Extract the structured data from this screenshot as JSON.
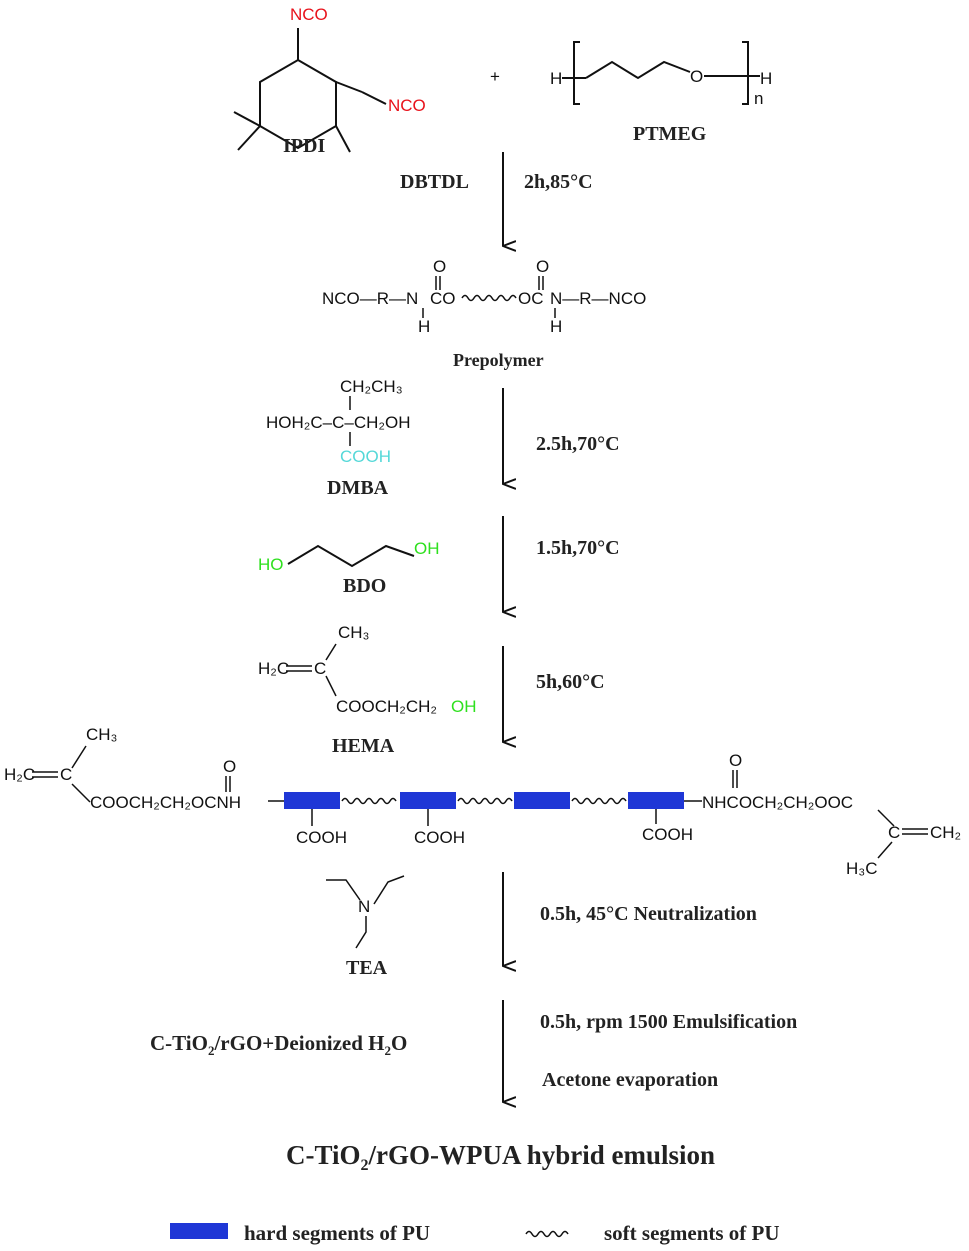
{
  "reagents": {
    "ipdi": "IPDI",
    "ptmeg": "PTMEG",
    "nco": "NCO",
    "plus": "+",
    "ptmeg_h_left": "H",
    "ptmeg_o": "O",
    "ptmeg_h_right": "H",
    "ptmeg_n": "n",
    "prepolymer": "Prepolymer",
    "dmba": "DMBA",
    "bdo": "BDO",
    "hema": "HEMA",
    "tea": "TEA",
    "water_pre": "C-TiO",
    "water_sub": "2",
    "water_post": "/rGO+Deionized H",
    "water_h2o_sub": "2",
    "water_end": "O"
  },
  "structures": {
    "prepolymer_left": "NCO—R—N",
    "prepolymer_co_left": "CO",
    "prepolymer_co_right": "OC",
    "prepolymer_right": "N—R—NCO",
    "prepolymer_o": "O",
    "prepolymer_h": "H",
    "dmba_top": "CH₂CH₃",
    "dmba_mid": "HOH₂C–C–CH₂OH",
    "dmba_cooh": "COOH",
    "bdo_ho": "HO",
    "bdo_oh": "OH",
    "hema_ch3": "CH₃",
    "hema_h2c": "H₂C",
    "hema_c": "C",
    "hema_ester": "COOCH₂CH₂",
    "hema_oh": "OH",
    "wpua_ch3": "CH₃",
    "wpua_h2c": "H₂C",
    "wpua_c": "C",
    "wpua_left": "COOCH₂CH₂OCNH",
    "wpua_o": "O",
    "wpua_cooh": "COOH",
    "wpua_right": "NHCOCH₂CH₂OOC",
    "wpua_ch2": "CH₂",
    "wpua_h3c": "H₃C",
    "tea_n": "N"
  },
  "conditions": {
    "catalyst": "DBTDL",
    "step1": "2h,85°C",
    "step2": "2.5h,70°C",
    "step3": "1.5h,70°C",
    "step4": "5h,60°C",
    "step5": "0.5h, 45°C Neutralization",
    "step6": "0.5h, rpm 1500  Emulsification",
    "step7": "Acetone evaporation"
  },
  "product": {
    "pre": "C-TiO",
    "sub": "2",
    "post": "/rGO-WPUA hybrid emulsion"
  },
  "legend": {
    "hard": "hard segments of PU",
    "soft": "soft segments of PU"
  },
  "colors": {
    "nco": "#e8121b",
    "cooh": "#55d8d8",
    "oh": "#2ee01e",
    "hard_segment": "#1f37d6"
  }
}
